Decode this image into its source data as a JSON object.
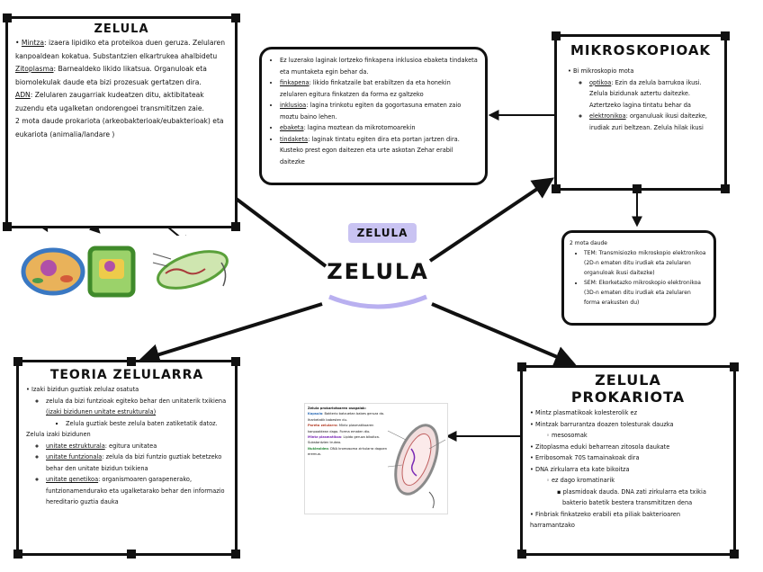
{
  "center": {
    "badge": "ZELULA",
    "title": "ZELULA"
  },
  "zelula_box": {
    "title": "ZELULA",
    "items": [
      {
        "term": "Mintza",
        "text": ": izaera lipidiko eta proteikoa duen geruza. Zelularen kanpoaldean kokatua. Substantzien elkartrukea ahalbidetu"
      },
      {
        "term": "Zitoplasma",
        "text": ": Barnealdeko likido likatsua. Organuloak eta biomolekulak daude eta bizi prozesuak gertatzen dira."
      },
      {
        "term": "ADN",
        "text": ": Zelularen zaugarriak kudeatzen ditu, aktibitateak zuzendu eta ugalketan ondorengoei transmititzen zaie."
      },
      {
        "term": "",
        "text": "2 mota daude prokariota (arkeobakterioak/eubakterioak) eta eukariota (animalia/landare )"
      }
    ]
  },
  "mikro_text": {
    "items": [
      {
        "term": "",
        "text": "Ez luzerako laginak lortzeko finkapena inklusioa ebaketa tindaketa eta muntaketa egin behar da."
      },
      {
        "term": "finkapena",
        "text": ": likido finkatzaile bat erabiltzen da eta honekin zelularen egitura finkatzen da forma ez galtzeko"
      },
      {
        "term": "inklusioa",
        "text": ": lagina trinkotu egiten da gogortasuna ematen zaio moztu baino lehen."
      },
      {
        "term": "ebaketa",
        "text": ": lagina moztean da mikrotomoarekin"
      },
      {
        "term": "tindaketa",
        "text": ": laginak tintatu egiten dira eta portan jartzen dira. Kusteko prest egon daitezen eta urte askotan Zehar erabil daitezke"
      }
    ]
  },
  "mikroskopioak": {
    "title": "MIKROSKOPIOAK",
    "intro": "Bi mikroskopio mota",
    "items": [
      {
        "term": "optikoa",
        "text": ": Ezin da zelula barrukoa ikusi. Zelula bizidunak aztertu daitezke. Aztertzeko lagina tintatu behar da"
      },
      {
        "term": "elektronikoa",
        "text": ": organuluak ikusi daitezke, irudiak zuri beltzean. Zelula hilak ikusi"
      }
    ]
  },
  "motak": {
    "intro": "2 mota daude",
    "items": [
      "TEM: Transmisiozko mikroskopio elektronikoa (2D-n ematen ditu irudiak eta zelularen organuloak ikusi daitezke)",
      "SEM: Ekorketazko mikroskopio elektronikoa (3D-n ematen ditu irudiak eta zelularen forma erakusten du)"
    ]
  },
  "teoria": {
    "title": "TEORIA ZELULARRA",
    "line1": "Izaki bizidun guztiak zelulaz osatuta",
    "sub1": [
      {
        "pre": "zelula da bizi funtzioak egiteko behar den unitaterik txikiena ",
        "term": "(izaki bizidunen unitate estrukturala)",
        "post": ""
      }
    ],
    "sub1b": "Zelula guztiak beste zelula baten zatiketatik datoz.",
    "line2": "Zelula izaki bizidunen",
    "sub2": [
      {
        "term": "unitate estrukturala",
        "text": ": egitura unitatea"
      },
      {
        "term": "unitate funtzionala",
        "text": ": zelula da bizi funtzio guztiak betetzeko behar den unitate bizidun txikiena"
      },
      {
        "term": "unitate genetikoa",
        "text": ": organismoaren garapenerako, funtzionamendurako eta ugalketarako behar den informazio hereditario guztia dauka"
      }
    ]
  },
  "prokariota": {
    "title_line1": "ZELULA",
    "title_line2": "PROKARIOTA",
    "items": [
      {
        "text": "Mintz plasmatikoak kolesterolik ez",
        "level": 0
      },
      {
        "text": "Mintzak barrurantza doazen tolesturak dauzka",
        "level": 0
      },
      {
        "text": "mesosomak",
        "level": 1
      },
      {
        "text": "Zitoplasma eduki beharrean zitosola daukate",
        "level": 0
      },
      {
        "text": "Erribosomak 70S tamainakoak dira",
        "level": 0
      },
      {
        "text": "DNA zirkularra eta kate bikoitza",
        "level": 0
      },
      {
        "text": "ez dago kromatinarik",
        "level": 1
      },
      {
        "text": "plasmidoak dauda. DNA zati zirkularra eta txikia bakterio batetik bestera transmititzen dena",
        "level": 2
      },
      {
        "text": "Finbriak finkatzeko erabili eta piliak bakterioaren harramantzako",
        "level": 0
      }
    ]
  },
  "bacteria_figure": {
    "heading": "Zelula prokariotoaren osagaiak:",
    "p1_term": "Kapsula",
    "p1": ": Bakterio batzuetan babes geruza da. Iharketatik babesten du.",
    "p2_term": "Pareta zelularra",
    "p2": ": Mintz plasmatikoaren kanpoaldean dago. Forma ematen dio.",
    "p3_term": "Mintz plasmatikoa",
    "p3": ": Lipido geruza bikoitza. Substantzien trukea.",
    "p4_term": "Nukleoidea",
    "p4": ": DNA kromosoma zirkularra dagoen eremua."
  },
  "colors": {
    "ink": "#111111",
    "badge": "#c9c3f2",
    "arc": "#b9b0f0"
  }
}
